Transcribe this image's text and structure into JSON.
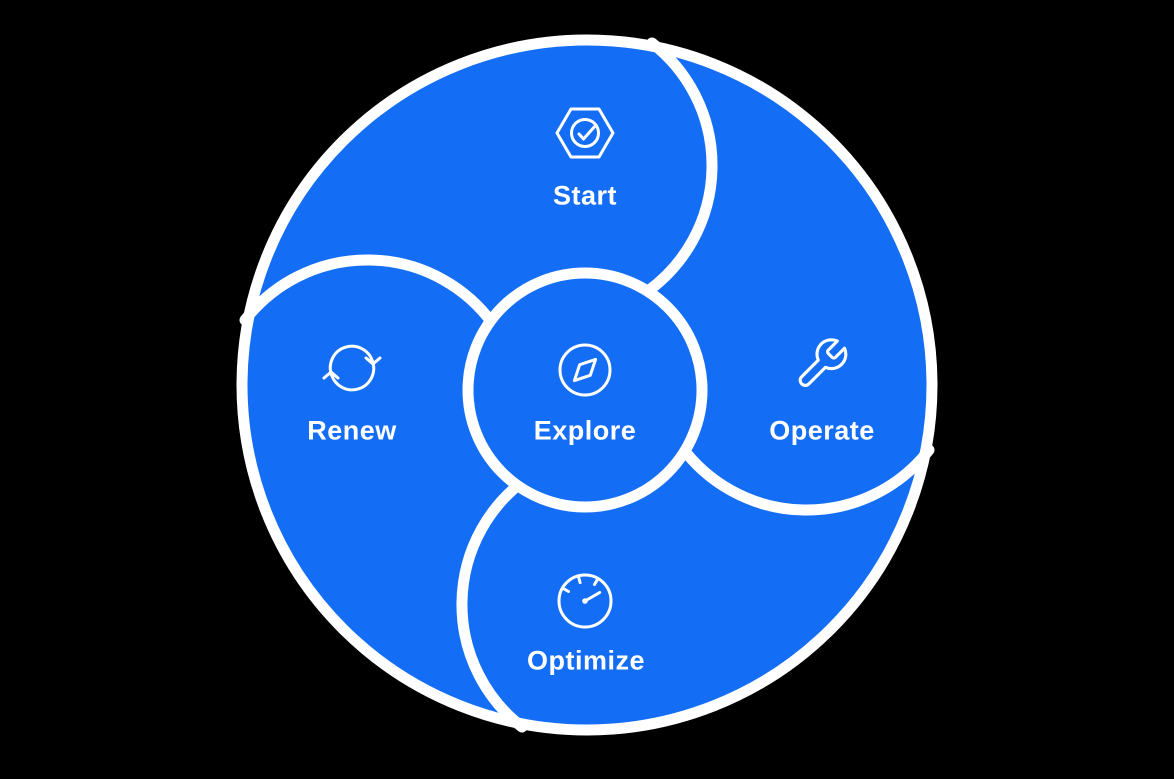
{
  "colors": {
    "background": "#000000",
    "primary_blue": "#146EF5",
    "line_white": "#FFFFFF"
  },
  "diagram": {
    "center": {
      "label": "Explore",
      "icon": "compass-icon",
      "position": "center"
    },
    "phases": [
      {
        "label": "Start",
        "icon": "hexagon-check-icon",
        "position": "top"
      },
      {
        "label": "Operate",
        "icon": "wrench-icon",
        "position": "right"
      },
      {
        "label": "Optimize",
        "icon": "gauge-icon",
        "position": "bottom"
      },
      {
        "label": "Renew",
        "icon": "cycle-arrows-icon",
        "position": "left"
      }
    ]
  }
}
